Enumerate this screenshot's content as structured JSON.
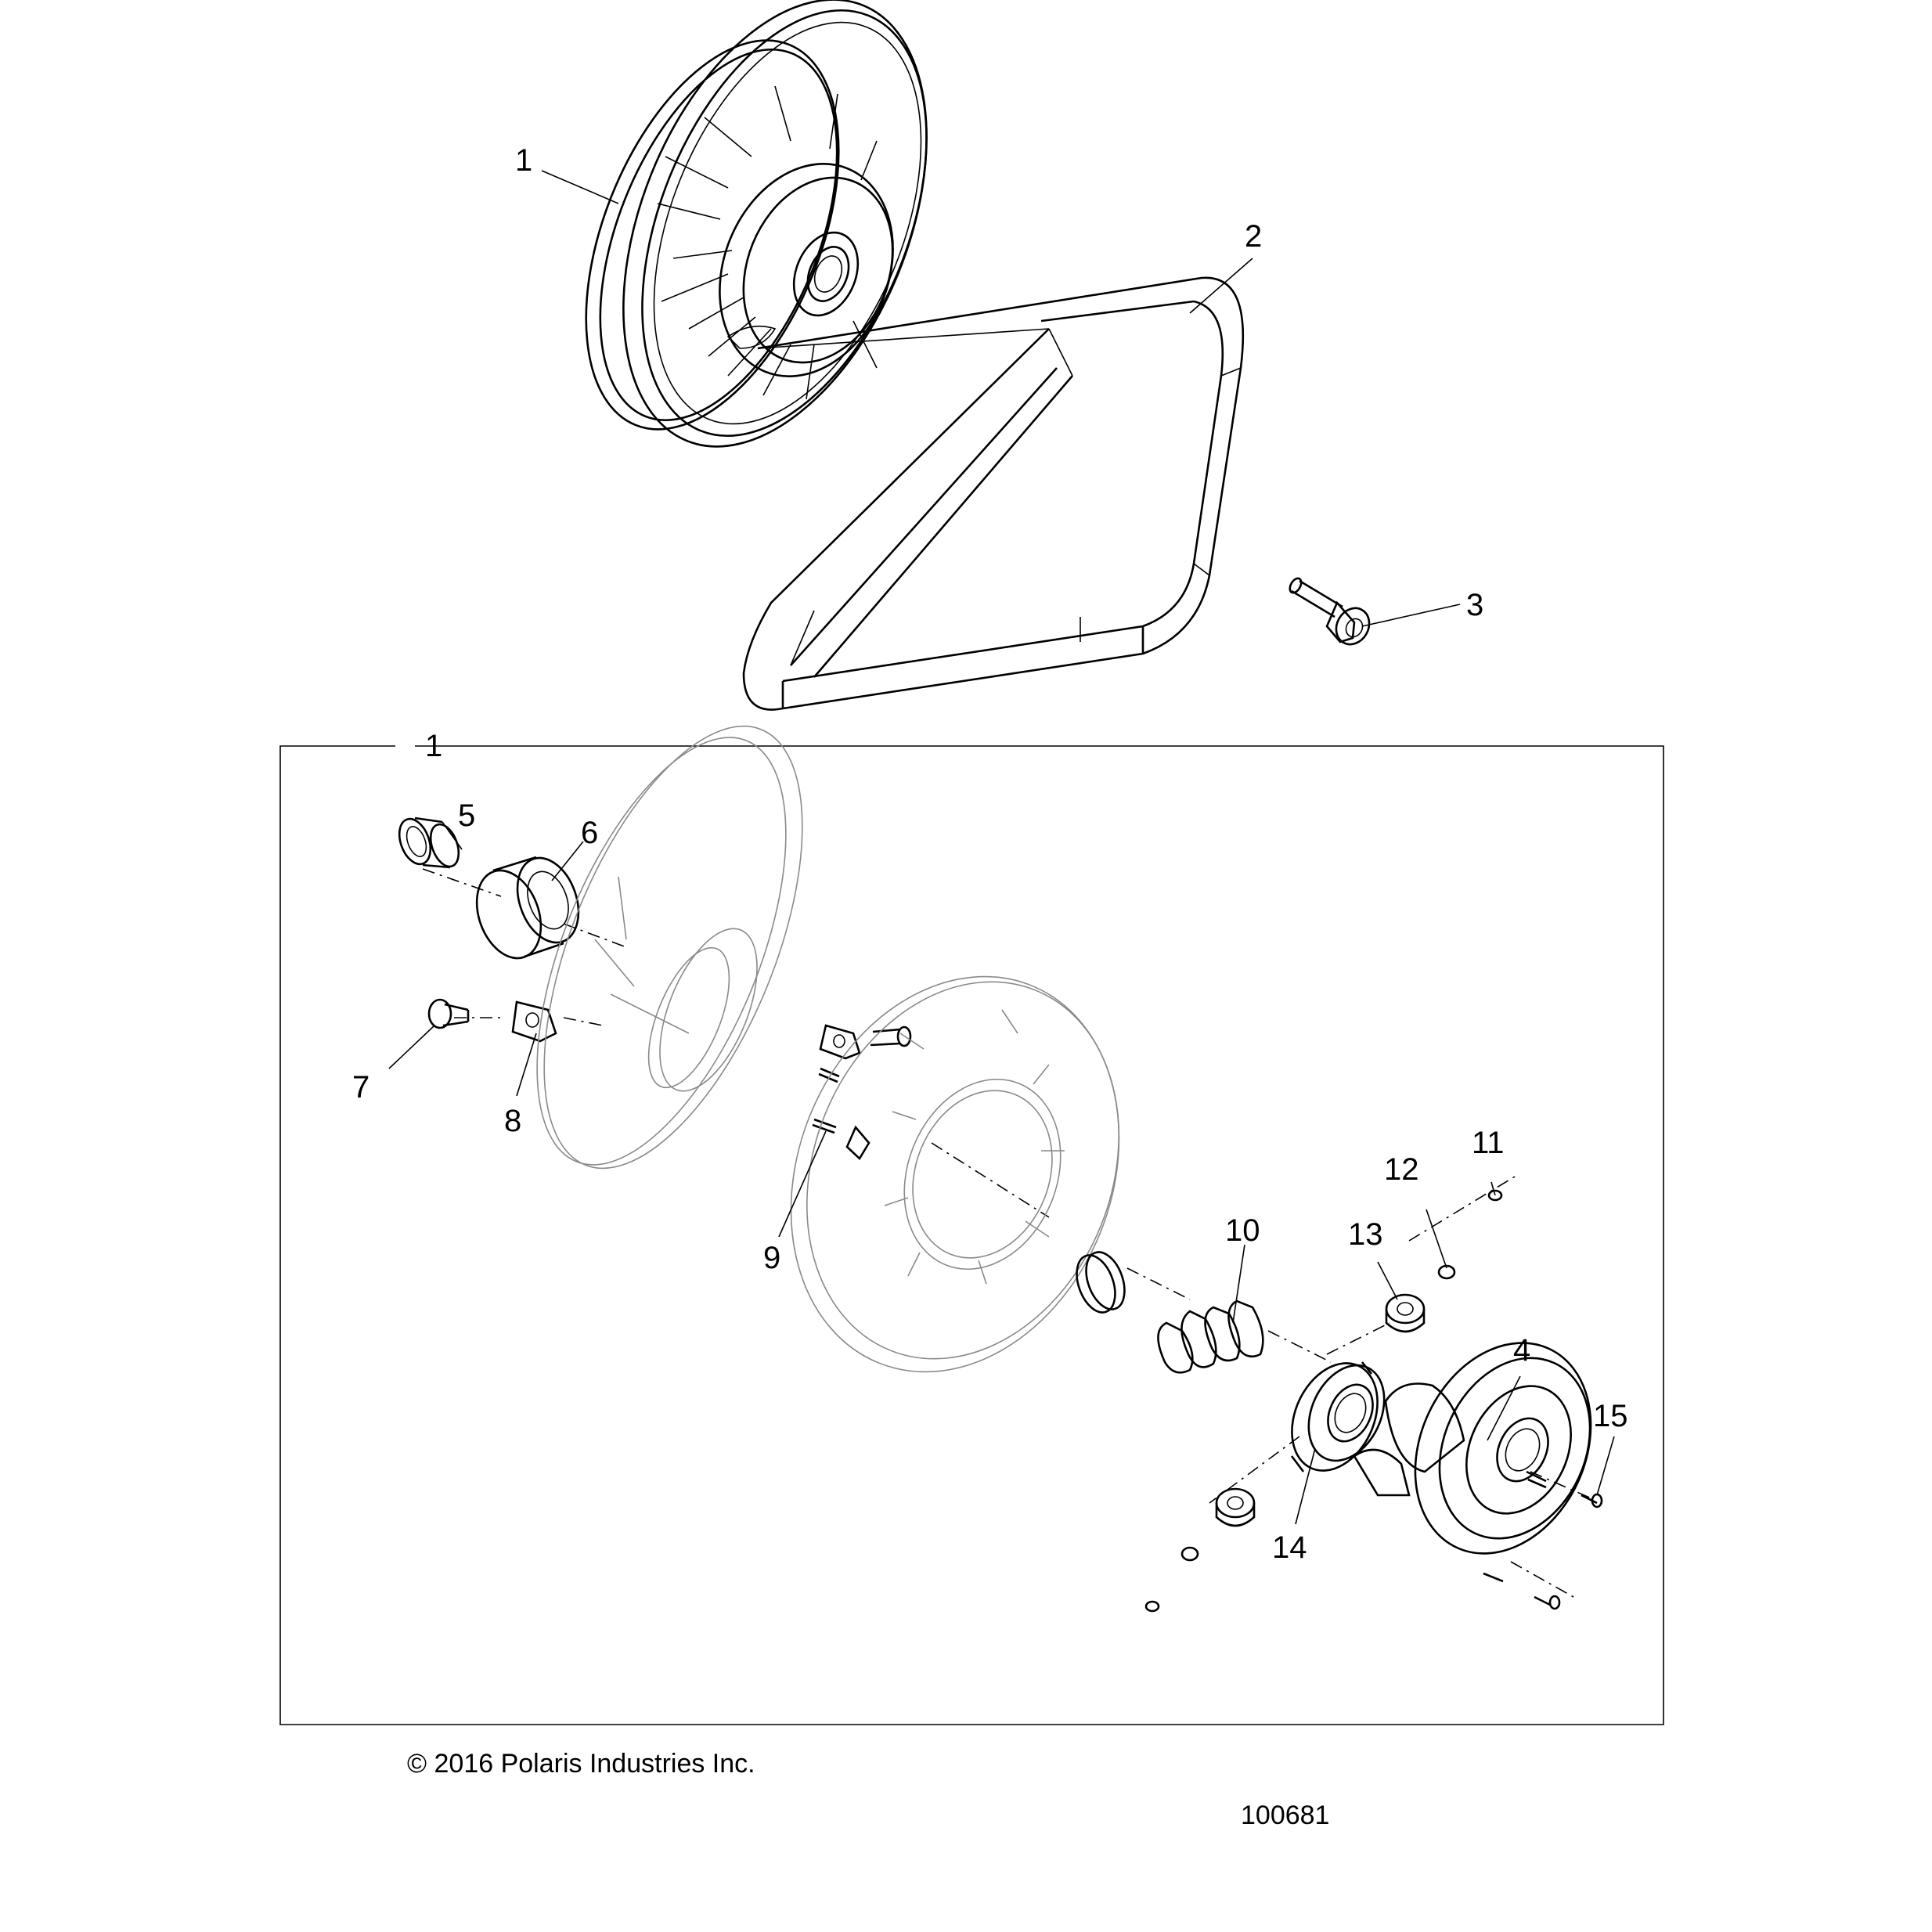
{
  "diagram": {
    "callouts": [
      "1",
      "2",
      "3",
      "1",
      "5",
      "6",
      "7",
      "8",
      "9",
      "10",
      "11",
      "12",
      "13",
      "4",
      "14",
      "15"
    ],
    "copyright": "© 2016 Polaris Industries Inc.",
    "figure_number": "100681"
  }
}
